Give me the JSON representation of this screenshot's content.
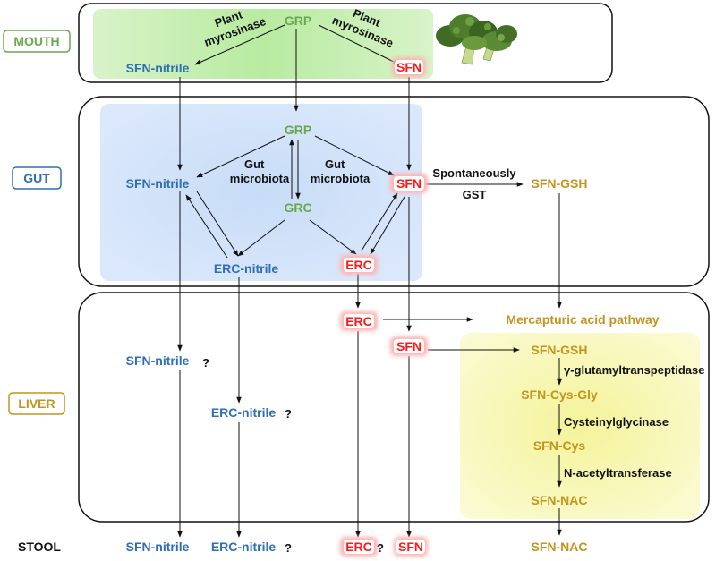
{
  "zones": {
    "mouth": "MOUTH",
    "gut": "GUT",
    "liver": "LIVER",
    "stool": "STOOL"
  },
  "mouth": {
    "grp": "GRP",
    "sfn_nitrile": "SFN-nitrile",
    "sfn": "SFN",
    "enzyme_left": [
      "Plant",
      "myrosinase"
    ],
    "enzyme_right": [
      "Plant",
      "myrosinase"
    ]
  },
  "gut": {
    "grp": "GRP",
    "grc": "GRC",
    "sfn_nitrile": "SFN-nitrile",
    "sfn": "SFN",
    "erc_nitrile": "ERC-nitrile",
    "erc": "ERC",
    "sfn_gsh": "SFN-GSH",
    "microbiota_left": [
      "Gut",
      "microbiota"
    ],
    "microbiota_right": [
      "Gut",
      "microbiota"
    ],
    "spontaneously": "Spontaneously",
    "gst": "GST"
  },
  "liver": {
    "erc": "ERC",
    "sfn": "SFN",
    "sfn_nitrile": "SFN-nitrile",
    "erc_nitrile": "ERC-nitrile",
    "question": "?",
    "mercapturic": "Mercapturic acid pathway",
    "sfn_gsh": "SFN-GSH",
    "enzyme1": "γ-glutamyltranspeptidase",
    "sfn_cys_gly": "SFN-Cys-Gly",
    "enzyme2": "Cysteinylglycinase",
    "sfn_cys": "SFN-Cys",
    "enzyme3": "N-acetyltransferase",
    "sfn_nac": "SFN-NAC"
  },
  "stool": {
    "sfn_nitrile": "SFN-nitrile",
    "erc_nitrile": "ERC-nitrile",
    "erc": "ERC",
    "sfn": "SFN",
    "sfn_nac": "SFN-NAC",
    "question": "?"
  },
  "colors": {
    "green": "#6aa84f",
    "blue": "#2f6fb6",
    "red": "#ff1a1a",
    "gold": "#c4941d"
  }
}
